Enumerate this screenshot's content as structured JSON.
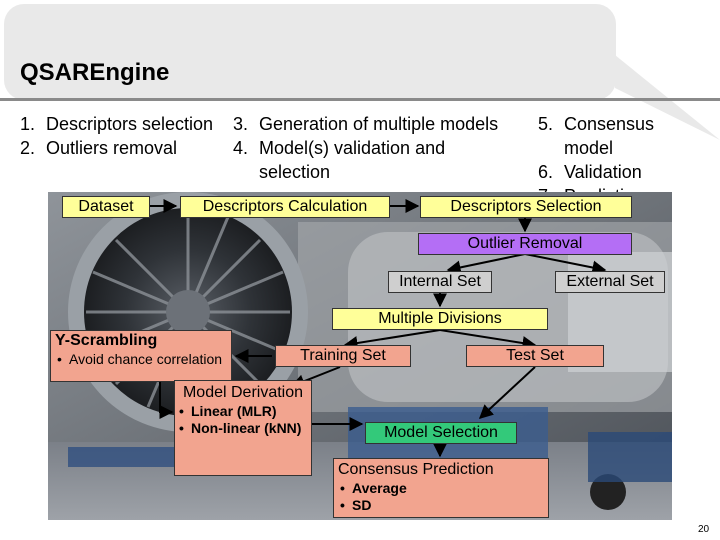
{
  "title": "QSAREngine",
  "steps": {
    "col1": [
      {
        "num": "1.",
        "text": "Descriptors selection"
      },
      {
        "num": "2.",
        "text": "Outliers removal"
      }
    ],
    "col2": [
      {
        "num": "3.",
        "text": "Generation of multiple models"
      },
      {
        "num": "4.",
        "text": "Model(s) validation and selection"
      }
    ],
    "col3": [
      {
        "num": "5.",
        "text": "Consensus model"
      },
      {
        "num": "6.",
        "text": "Validation"
      },
      {
        "num": "7.",
        "text": "Predictions"
      }
    ]
  },
  "nodes": {
    "dataset": "Dataset",
    "descriptors_calculation": "Descriptors Calculation",
    "descriptors_selection": "Descriptors Selection",
    "outlier_removal": "Outlier Removal",
    "internal_set": "Internal Set",
    "external_set": "External Set",
    "multiple_divisions": "Multiple Divisions",
    "y_scrambling": "Y-Scrambling",
    "y_scrambling_bullet": "Avoid chance correlation",
    "training_set": "Training Set",
    "test_set": "Test Set",
    "model_derivation": "Model Derivation",
    "model_derivation_bullets": [
      "Linear (MLR)",
      "Non-linear (kNN)"
    ],
    "model_selection": "Model Selection",
    "consensus_prediction": "Consensus Prediction",
    "consensus_bullets": [
      "Average",
      "SD"
    ]
  },
  "colors": {
    "yellow": "#ffff99",
    "purple": "#b46ef5",
    "salmon": "#f2a48f",
    "green": "#33c97a",
    "gray": "#cfcfcf"
  },
  "page_number": "20"
}
